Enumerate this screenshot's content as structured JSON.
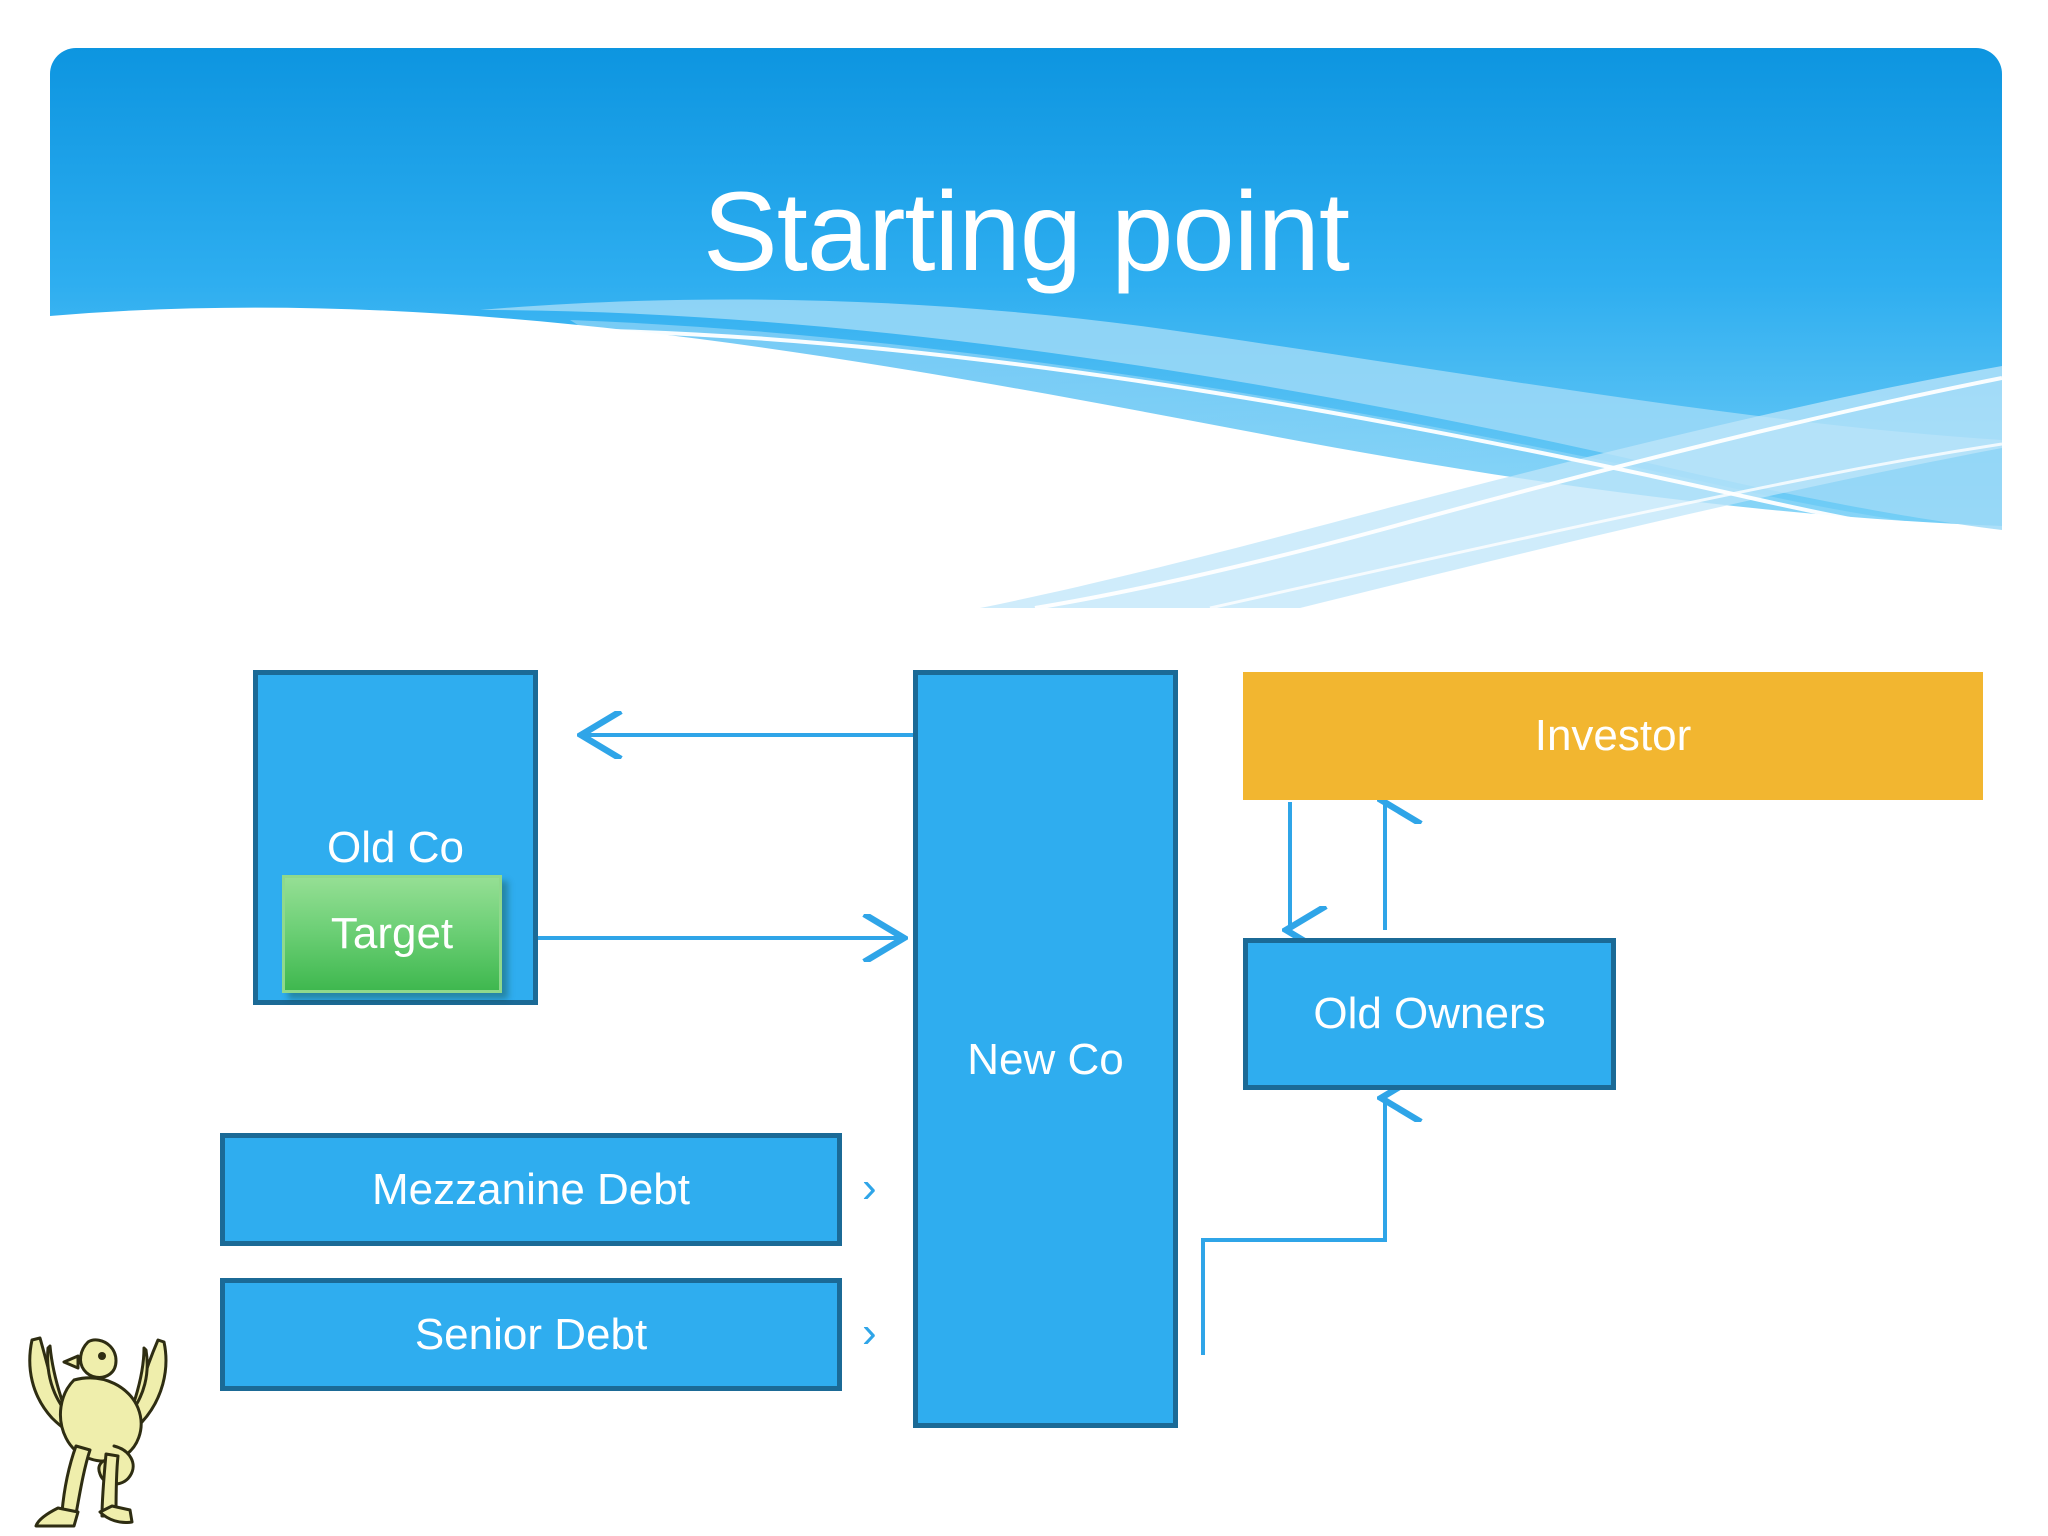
{
  "slide": {
    "title": "Starting point",
    "background_color": "#ffffff"
  },
  "theme": {
    "banner_top_color": "#1197e0",
    "banner_bottom_color": "#6fcbf5",
    "box_blue_fill": "#2fadef",
    "box_blue_border": "#1b6a96",
    "box_orange_fill": "#f2b630",
    "target_green_light": "#95df94",
    "target_green_dark": "#3fb84f",
    "connector_color": "#2fa5e8",
    "text_color": "#ffffff"
  },
  "diagram": {
    "boxes": [
      {
        "id": "old-co",
        "label": "Old Co",
        "kind": "blue"
      },
      {
        "id": "target",
        "label": "Target",
        "kind": "green"
      },
      {
        "id": "new-co",
        "label": "New Co",
        "kind": "blue"
      },
      {
        "id": "investor",
        "label": "Investor",
        "kind": "orange"
      },
      {
        "id": "old-owners",
        "label": "Old Owners",
        "kind": "blue"
      },
      {
        "id": "mezz-debt",
        "label": "Mezzanine Debt",
        "kind": "blue"
      },
      {
        "id": "senior-debt",
        "label": "Senior Debt",
        "kind": "blue"
      }
    ],
    "connectors": [
      {
        "id": "newco-to-oldco",
        "from": "New Co",
        "to": "Old Co",
        "direction": "left"
      },
      {
        "id": "target-to-newco",
        "from": "Target",
        "to": "New Co",
        "direction": "right"
      },
      {
        "id": "investor-to-oldowners",
        "from": "Investor",
        "to": "Old Owners",
        "direction": "down"
      },
      {
        "id": "oldowners-to-investor",
        "from": "Old Owners",
        "to": "Investor",
        "direction": "up"
      },
      {
        "id": "newco-to-oldowners",
        "from": "New Co",
        "to": "Old Owners",
        "direction": "elbow-up"
      },
      {
        "id": "mezz-to-newco",
        "from": "Mezzanine Debt",
        "to": "New Co",
        "direction": "right"
      },
      {
        "id": "senior-to-newco",
        "from": "Senior Debt",
        "to": "New Co",
        "direction": "right"
      }
    ],
    "chevron_glyph": "›"
  },
  "logo": {
    "name": "phoenix-bird-logo",
    "body_color": "#efeeac",
    "outline_color": "#2e2d12"
  }
}
